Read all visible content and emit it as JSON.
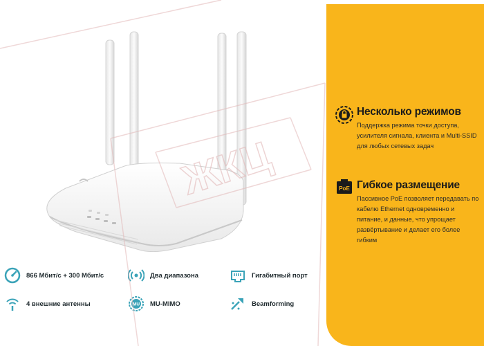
{
  "features": [
    {
      "icon": "modes-gear-icon",
      "title": "Несколько режимов",
      "desc": "Поддержка режима точки доступа, усилителя сигнала, клиента и Multi-SSID для любых сетевых задач"
    },
    {
      "icon": "poe-icon",
      "icon_text": "PoE",
      "title": "Гибкое размещение",
      "desc": "Пассивное PoE позволяет передавать по кабелю Ethernet одновременно и питание, и данные, что упрощает развёртывание и делает его более гибким"
    }
  ],
  "specs": [
    {
      "icon": "speed-gauge-icon",
      "label": "866 Мбит/с + 300 Мбит/с"
    },
    {
      "icon": "dual-band-icon",
      "label": "Два диапазона"
    },
    {
      "icon": "ethernet-port-icon",
      "label": "Гигабитный порт"
    },
    {
      "icon": "antenna-icon",
      "label": "4 внешние антенны"
    },
    {
      "icon": "mu-mimo-icon",
      "label": "MU-MIMO",
      "icon_text": "MU"
    },
    {
      "icon": "beamforming-icon",
      "label": "Beamforming"
    }
  ],
  "watermark": {
    "text": "ЖКЦ"
  },
  "colors": {
    "accent": "#f9b51b",
    "icon_teal": "#3aa3b8",
    "text_dark": "#1b1b1b"
  }
}
